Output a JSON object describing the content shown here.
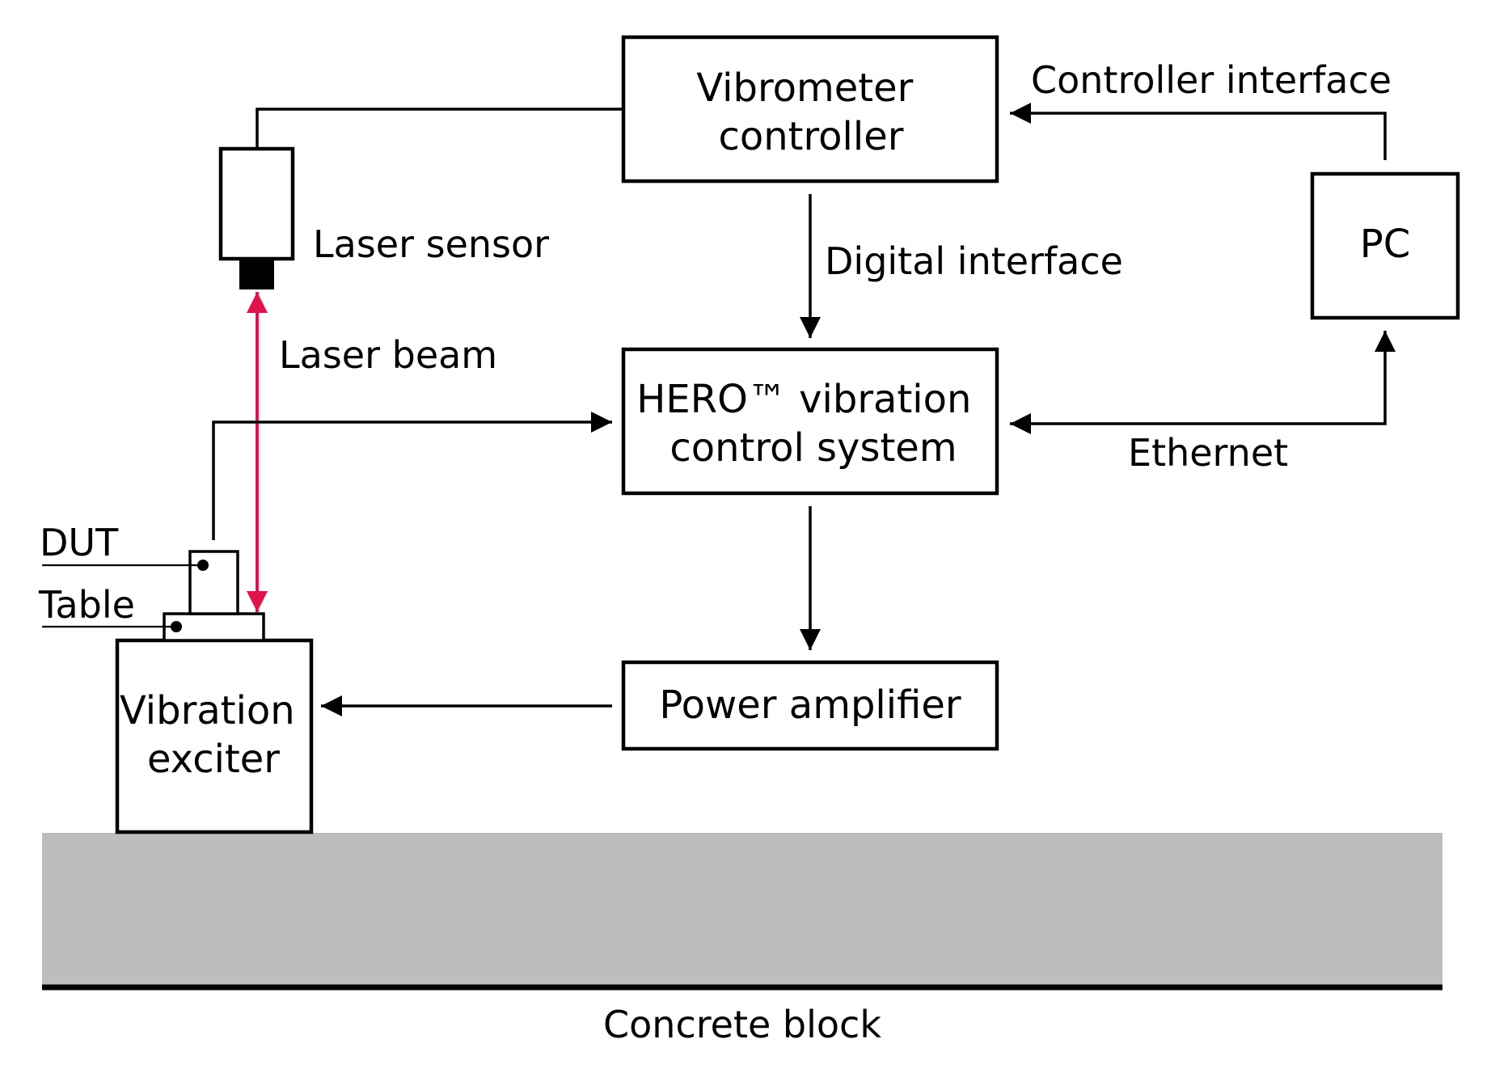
{
  "blocks": {
    "vibrometer_controller": [
      "Vibrometer",
      "controller"
    ],
    "pc": "PC",
    "hero_system": [
      "HERO™ vibration",
      "control system"
    ],
    "power_amplifier": "Power amplifier",
    "vibration_exciter": [
      "Vibration",
      "exciter"
    ]
  },
  "labels": {
    "controller_interface": "Controller interface",
    "laser_sensor": "Laser sensor",
    "digital_interface": "Digital interface",
    "laser_beam": "Laser beam",
    "ethernet": "Ethernet",
    "dut": "DUT",
    "table": "Table",
    "concrete_block": "Concrete block"
  },
  "colors": {
    "laser_beam": "#e0144c",
    "concrete": "#bebdbd",
    "line": "#000000"
  }
}
